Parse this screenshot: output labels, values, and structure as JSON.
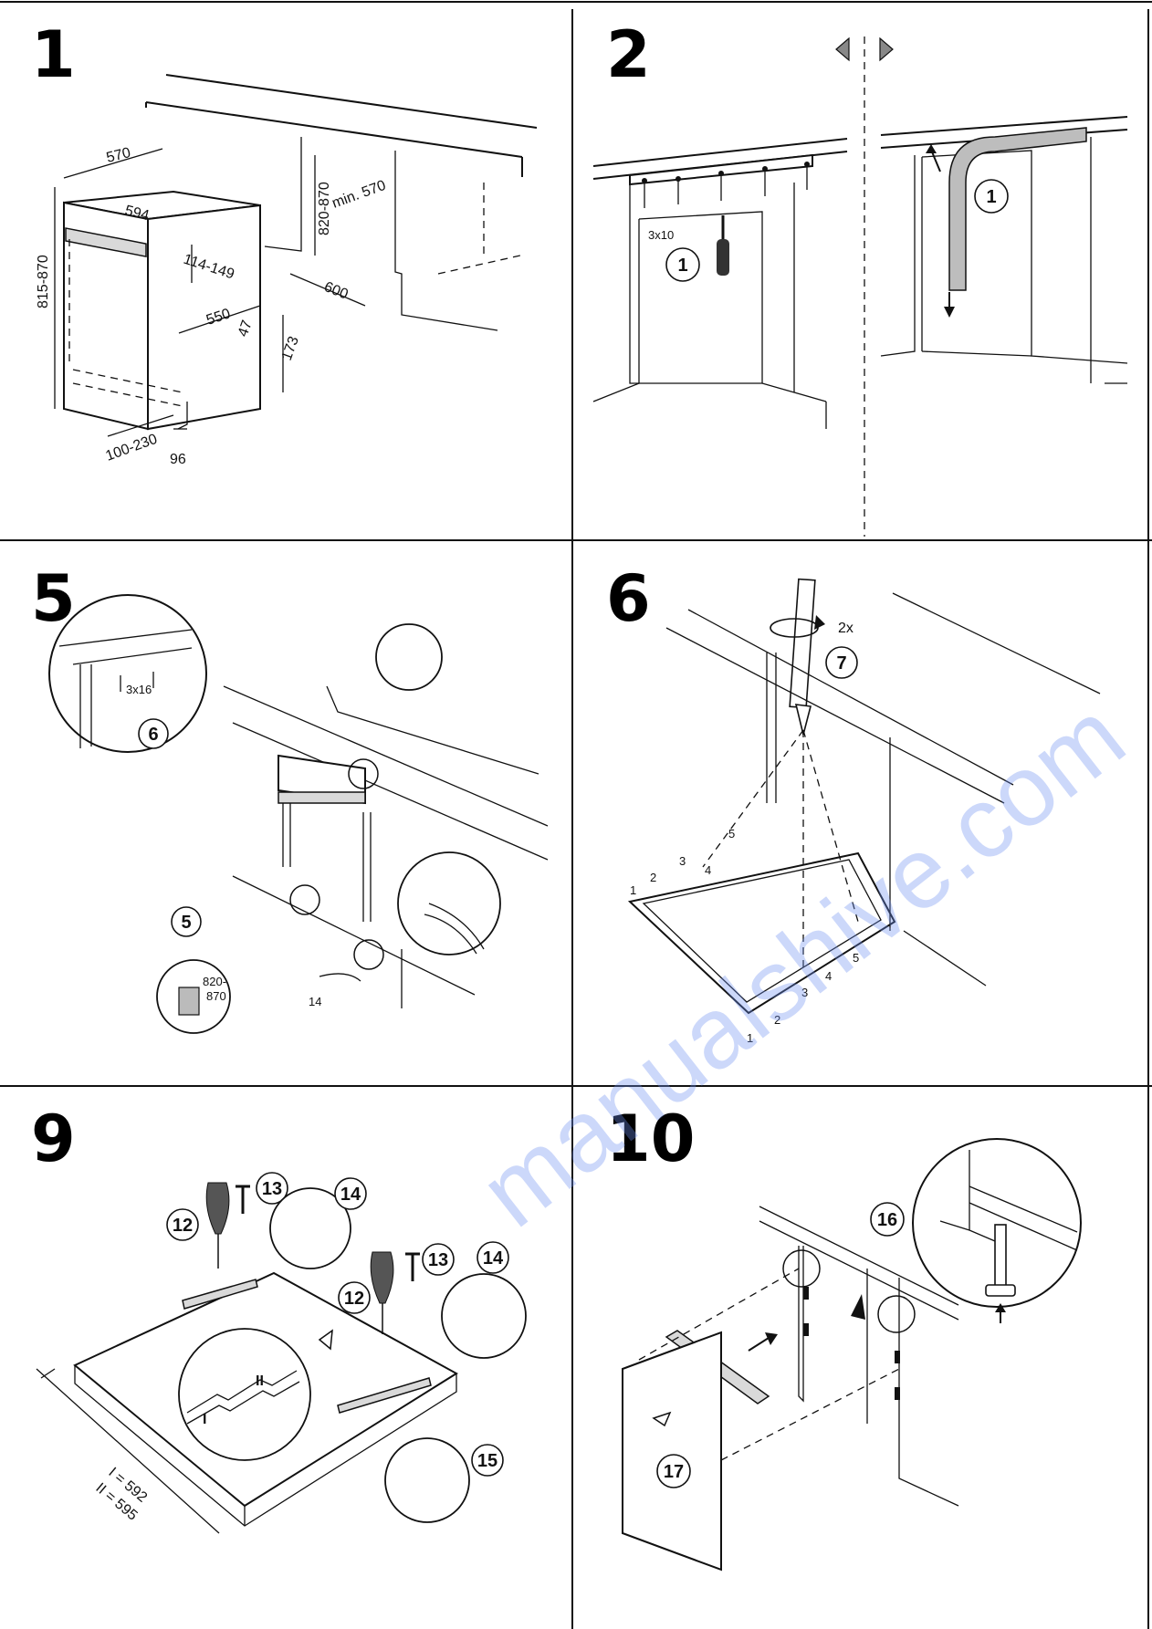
{
  "panels": [
    {
      "step": "1",
      "dimensions": [
        "570",
        "594",
        "815-870",
        "820-870",
        "min. 570",
        "114-149",
        "550",
        "600",
        "47",
        "173",
        "100-230",
        "96"
      ]
    },
    {
      "step": "2",
      "screw_label": "3x10",
      "part_numbers": [
        "1",
        "1"
      ]
    },
    {
      "step": "5",
      "screw_label": "3x16",
      "part_numbers": [
        "6",
        "5"
      ],
      "dimensions": [
        "820-",
        "870",
        "14"
      ]
    },
    {
      "step": "6",
      "rotation_label": "2x",
      "part_numbers": [
        "7"
      ],
      "hole_numbers": [
        "1",
        "2",
        "3",
        "4",
        "5",
        "1",
        "2",
        "3",
        "4",
        "5"
      ]
    },
    {
      "step": "9",
      "part_numbers": [
        "12",
        "13",
        "14",
        "12",
        "13",
        "14",
        "15"
      ],
      "markers": [
        "I",
        "II"
      ],
      "dimensions": [
        "I = 592",
        "II = 595"
      ]
    },
    {
      "step": "10",
      "part_numbers": [
        "16",
        "17"
      ]
    }
  ],
  "watermark": "manualshive.com"
}
